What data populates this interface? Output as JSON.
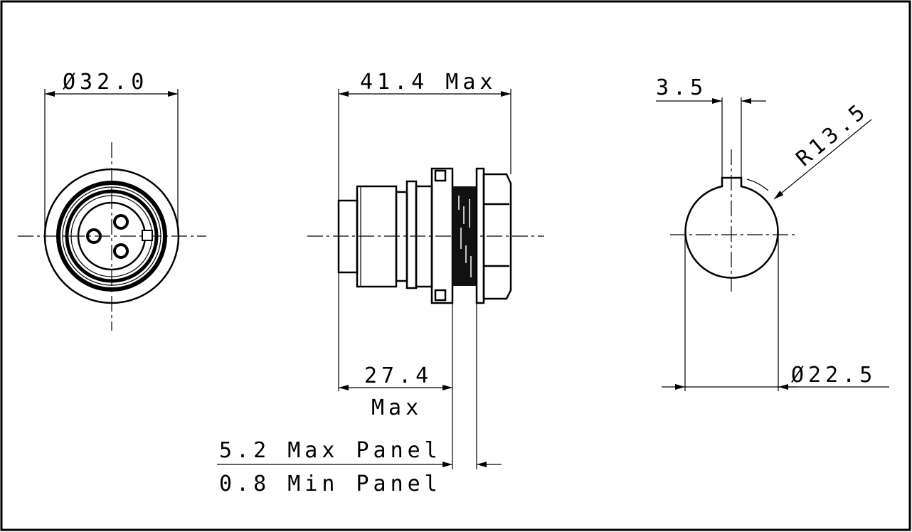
{
  "drawing": {
    "front_view": {
      "diameter_label": "Ø32.0"
    },
    "side_view": {
      "overall_length_label": "41.4 Max",
      "body_length_label": "27.4",
      "body_length_suffix": "Max",
      "panel_max_label": "5.2 Max Panel",
      "panel_min_label": "0.8 Min Panel"
    },
    "panel_cutout": {
      "key_width_label": "3.5",
      "radius_label": "R13.5",
      "diameter_label": "Ø22.5"
    }
  }
}
